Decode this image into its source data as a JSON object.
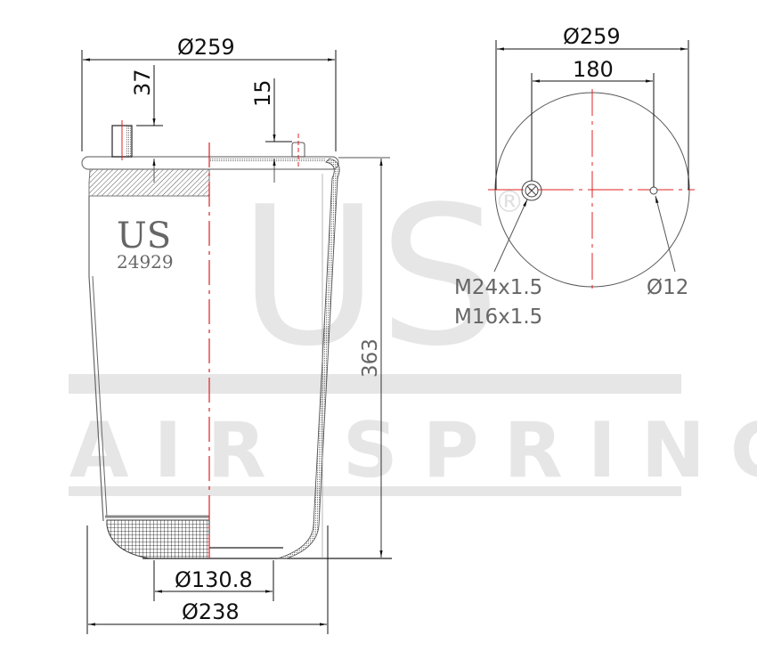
{
  "drawing": {
    "watermark": {
      "logo": "US",
      "registered_mark": "®",
      "tagline": "AIR SPRING",
      "color": "#e6e6e6"
    },
    "side_view": {
      "brand_label": "US",
      "part_number": "24929",
      "dimensions": {
        "top_diameter": "Ø259",
        "stud_height_left": "37",
        "stud_height_right": "15",
        "height": "363",
        "bottom_inner_diameter": "Ø130.8",
        "bottom_outer_diameter": "Ø238"
      }
    },
    "top_view": {
      "dimensions": {
        "plate_diameter": "Ø259",
        "bolt_spacing": "180"
      },
      "callouts": {
        "air_fitting_thread_1": "M24x1.5",
        "air_fitting_thread_2": "M16x1.5",
        "hole_diameter": "Ø12"
      }
    },
    "colors": {
      "line": "#111111",
      "outline": "#666666",
      "centerline": "#e02020"
    }
  }
}
